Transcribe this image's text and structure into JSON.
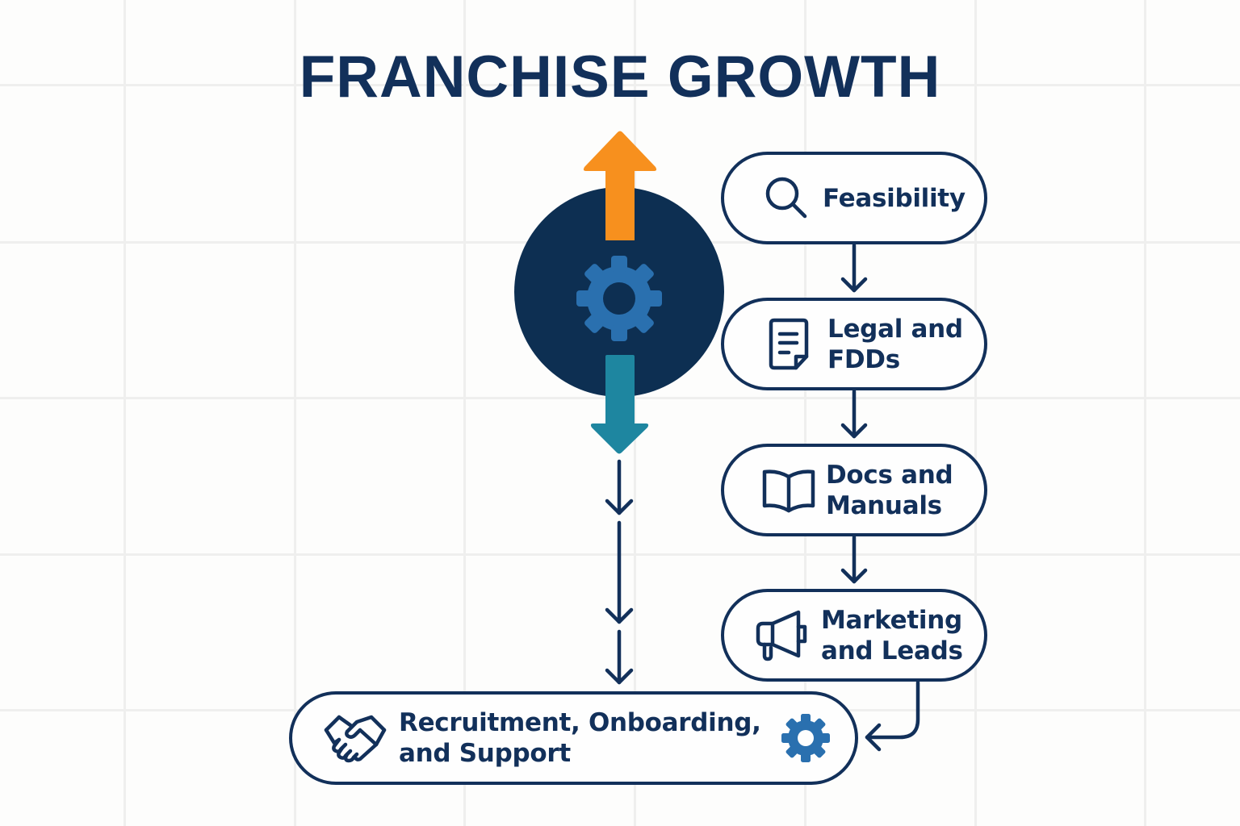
{
  "title": "FRANCHISE GROWTH",
  "colors": {
    "navy": "#12305a",
    "circle": "#0d2f52",
    "gear_blue": "#2a70af",
    "arrow_up_orange": "#f7901e",
    "arrow_down_teal": "#1e86a0",
    "background": "#fdfdfc",
    "grid": "#efefee"
  },
  "hub": {
    "icon": "gear-icon",
    "arrow_up": "arrow-up-icon",
    "arrow_down": "arrow-down-icon"
  },
  "steps": [
    {
      "icon": "search-icon",
      "lines": [
        "Feasibility"
      ]
    },
    {
      "icon": "document-icon",
      "lines": [
        "Legal and",
        "FDDs"
      ]
    },
    {
      "icon": "book-open-icon",
      "lines": [
        "Docs and",
        "Manuals"
      ]
    },
    {
      "icon": "megaphone-icon",
      "lines": [
        "Marketing",
        "and Leads"
      ]
    }
  ],
  "final_step": {
    "icon": "handshake-icon",
    "trailing_icon": "gear-icon",
    "lines": [
      "Recruitment, Onboarding,",
      "and Support"
    ]
  }
}
